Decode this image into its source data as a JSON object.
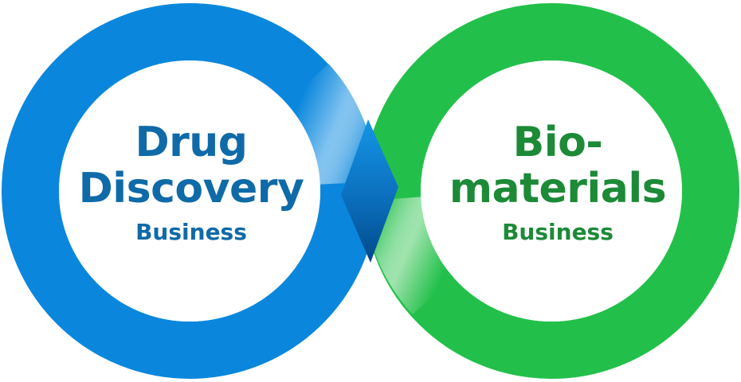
{
  "left": {
    "line1": "Drug",
    "line2": "Discovery",
    "sub": "Business",
    "color": "#0f6aa8",
    "ring_color": "#0a87dc"
  },
  "right": {
    "line1": "Bio-",
    "line2": "materials",
    "sub": "Business",
    "color": "#1c8a37",
    "ring_color": "#22c04a"
  }
}
